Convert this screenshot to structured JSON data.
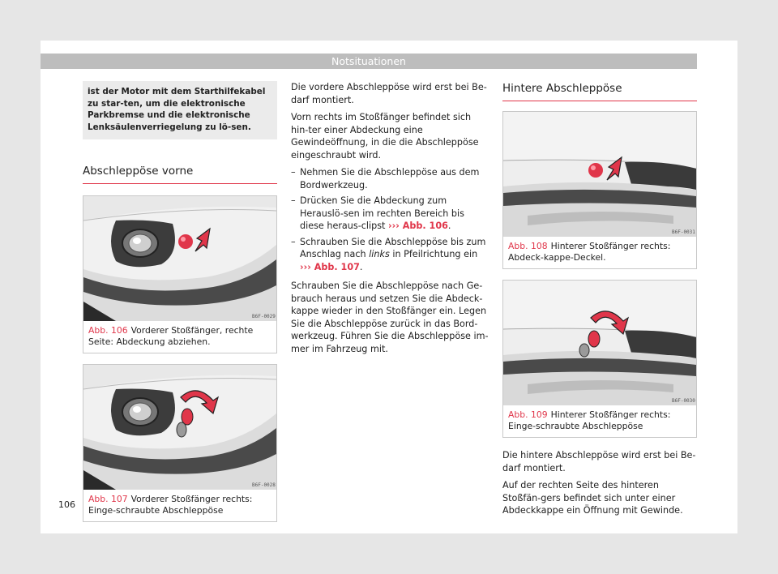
{
  "header": {
    "title": "Notsituationen"
  },
  "warning": {
    "text": "ist der Motor mit dem Starthilfekabel zu star-ten, um die elektronische Parkbremse und die elektronische Lenksäulenverriegelung zu lö-sen."
  },
  "sections": {
    "front": {
      "heading": "Abschleppöse vorne"
    },
    "rear": {
      "heading": "Hintere Abschleppöse"
    }
  },
  "figures": [
    {
      "code": "B6F-0029",
      "number": "Abb. 106",
      "caption": "Vorderer Stoßfänger, rechte Seite: Abdeckung abziehen."
    },
    {
      "code": "B6F-0028",
      "number": "Abb. 107",
      "caption": "Vorderer Stoßfänger rechts: Einge-schraubte Abschleppöse"
    },
    {
      "code": "B6F-0031",
      "number": "Abb. 108",
      "caption": "Hinterer Stoßfänger rechts: Abdeck-kappe-Deckel."
    },
    {
      "code": "B6F-0030",
      "number": "Abb. 109",
      "caption": "Hinterer Stoßfänger rechts: Einge-schraubte Abschleppöse"
    }
  ],
  "middle": {
    "p1": "Die vordere Abschleppöse wird erst bei Be-darf montiert.",
    "p2": "Vorn rechts im Stoßfänger befindet sich hin-ter einer Abdeckung eine Gewindeöffnung, in die die Abschleppöse eingeschraubt wird.",
    "steps": [
      {
        "text": "Nehmen Sie die Abschleppöse aus dem Bordwerkzeug."
      },
      {
        "text": "Drücken Sie die Abdeckung zum Herauslö-sen im rechten Bereich bis diese heraus-clipst",
        "ref": "››› Abb. 106",
        "end": "."
      },
      {
        "pre": "Schrauben Sie die Abschleppöse bis zum Anschlag nach ",
        "em": "links",
        "text": " in Pfeilrichtung ein",
        "ref": "››› Abb. 107",
        "end": "."
      }
    ],
    "p3": "Schrauben Sie die Abschleppöse nach Ge-brauch heraus und setzen Sie die Abdeck-kappe wieder in den Stoßfänger ein. Legen Sie die Abschleppöse zurück in das Bord-werkzeug. Führen Sie die Abschleppöse im-mer im Fahrzeug mit."
  },
  "rear_text": {
    "p1": "Die hintere Abschleppöse wird erst bei Be-darf montiert.",
    "p2": "Auf der rechten Seite des hinteren Stoßfän-gers befindet sich unter einer Abdeckkappe ein Öffnung mit Gewinde."
  },
  "page_number": "106",
  "colors": {
    "accent": "#e0364a",
    "header_bar": "#bdbdbd",
    "warning_bg": "#ebebeb"
  }
}
